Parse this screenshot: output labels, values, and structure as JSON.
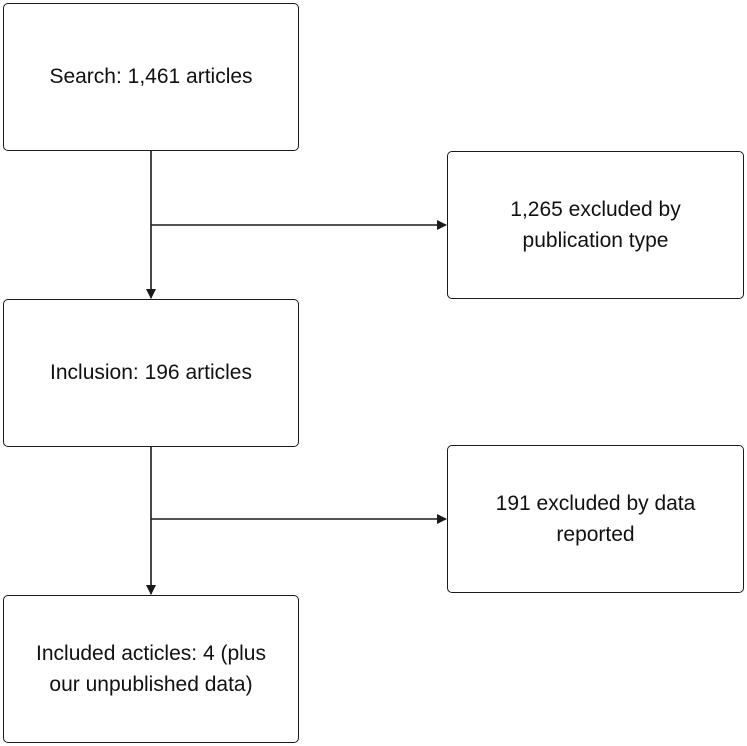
{
  "diagram": {
    "nodes": {
      "search": "Search: 1,461 articles",
      "excluded_type": "1,265 excluded by publication type",
      "inclusion": "Inclusion: 196 articles",
      "excluded_data": "191 excluded by data reported",
      "included": "Included acticles: 4 (plus our unpublished data)"
    },
    "edges": [
      {
        "from": "search",
        "to": "inclusion"
      },
      {
        "from": "search",
        "to": "excluded_type"
      },
      {
        "from": "inclusion",
        "to": "included"
      },
      {
        "from": "inclusion",
        "to": "excluded_data"
      }
    ]
  }
}
